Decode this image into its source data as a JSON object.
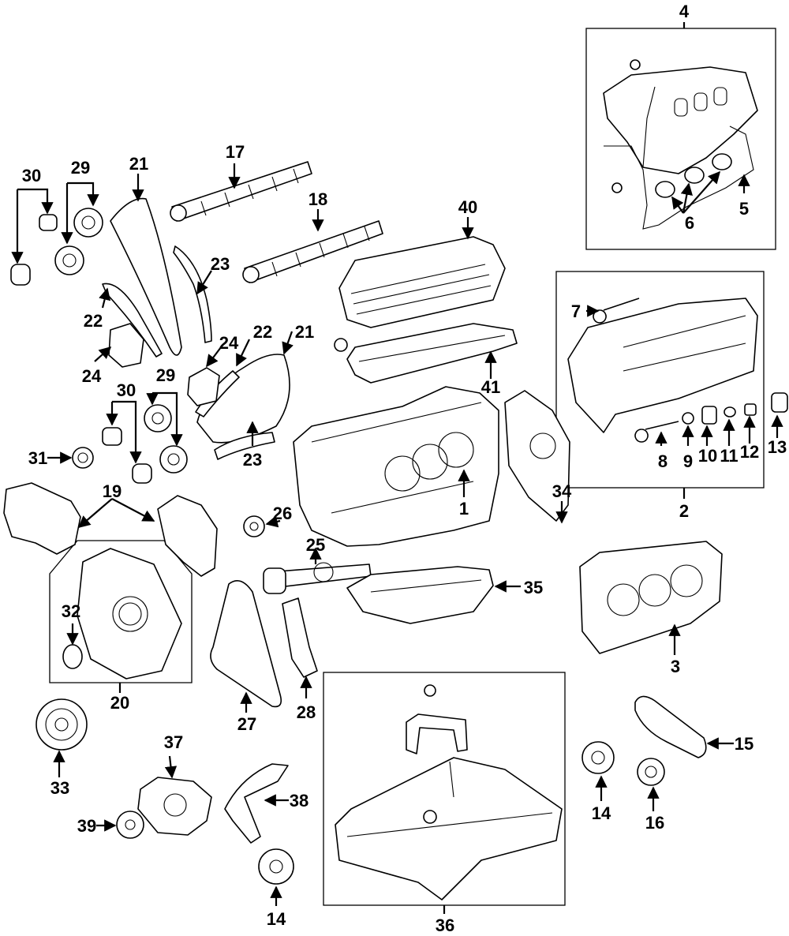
{
  "callouts": [
    {
      "id": "c1",
      "label": "1"
    },
    {
      "id": "c2",
      "label": "2"
    },
    {
      "id": "c3",
      "label": "3"
    },
    {
      "id": "c4",
      "label": "4"
    },
    {
      "id": "c5",
      "label": "5"
    },
    {
      "id": "c6",
      "label": "6"
    },
    {
      "id": "c7",
      "label": "7"
    },
    {
      "id": "c8",
      "label": "8"
    },
    {
      "id": "c9",
      "label": "9"
    },
    {
      "id": "c10",
      "label": "10"
    },
    {
      "id": "c11",
      "label": "11"
    },
    {
      "id": "c12",
      "label": "12"
    },
    {
      "id": "c13",
      "label": "13"
    },
    {
      "id": "c14a",
      "label": "14"
    },
    {
      "id": "c14b",
      "label": "14"
    },
    {
      "id": "c15",
      "label": "15"
    },
    {
      "id": "c16",
      "label": "16"
    },
    {
      "id": "c17",
      "label": "17"
    },
    {
      "id": "c18",
      "label": "18"
    },
    {
      "id": "c19",
      "label": "19"
    },
    {
      "id": "c20",
      "label": "20"
    },
    {
      "id": "c21a",
      "label": "21"
    },
    {
      "id": "c21b",
      "label": "21"
    },
    {
      "id": "c22a",
      "label": "22"
    },
    {
      "id": "c22b",
      "label": "22"
    },
    {
      "id": "c23a",
      "label": "23"
    },
    {
      "id": "c23b",
      "label": "23"
    },
    {
      "id": "c24a",
      "label": "24"
    },
    {
      "id": "c24b",
      "label": "24"
    },
    {
      "id": "c25",
      "label": "25"
    },
    {
      "id": "c26",
      "label": "26"
    },
    {
      "id": "c27",
      "label": "27"
    },
    {
      "id": "c28",
      "label": "28"
    },
    {
      "id": "c29a",
      "label": "29"
    },
    {
      "id": "c29b",
      "label": "29"
    },
    {
      "id": "c30a",
      "label": "30"
    },
    {
      "id": "c30b",
      "label": "30"
    },
    {
      "id": "c31",
      "label": "31"
    },
    {
      "id": "c32",
      "label": "32"
    },
    {
      "id": "c33",
      "label": "33"
    },
    {
      "id": "c34",
      "label": "34"
    },
    {
      "id": "c35",
      "label": "35"
    },
    {
      "id": "c36",
      "label": "36"
    },
    {
      "id": "c37",
      "label": "37"
    },
    {
      "id": "c38",
      "label": "38"
    },
    {
      "id": "c39",
      "label": "39"
    },
    {
      "id": "c40",
      "label": "40"
    },
    {
      "id": "c41",
      "label": "41"
    }
  ]
}
